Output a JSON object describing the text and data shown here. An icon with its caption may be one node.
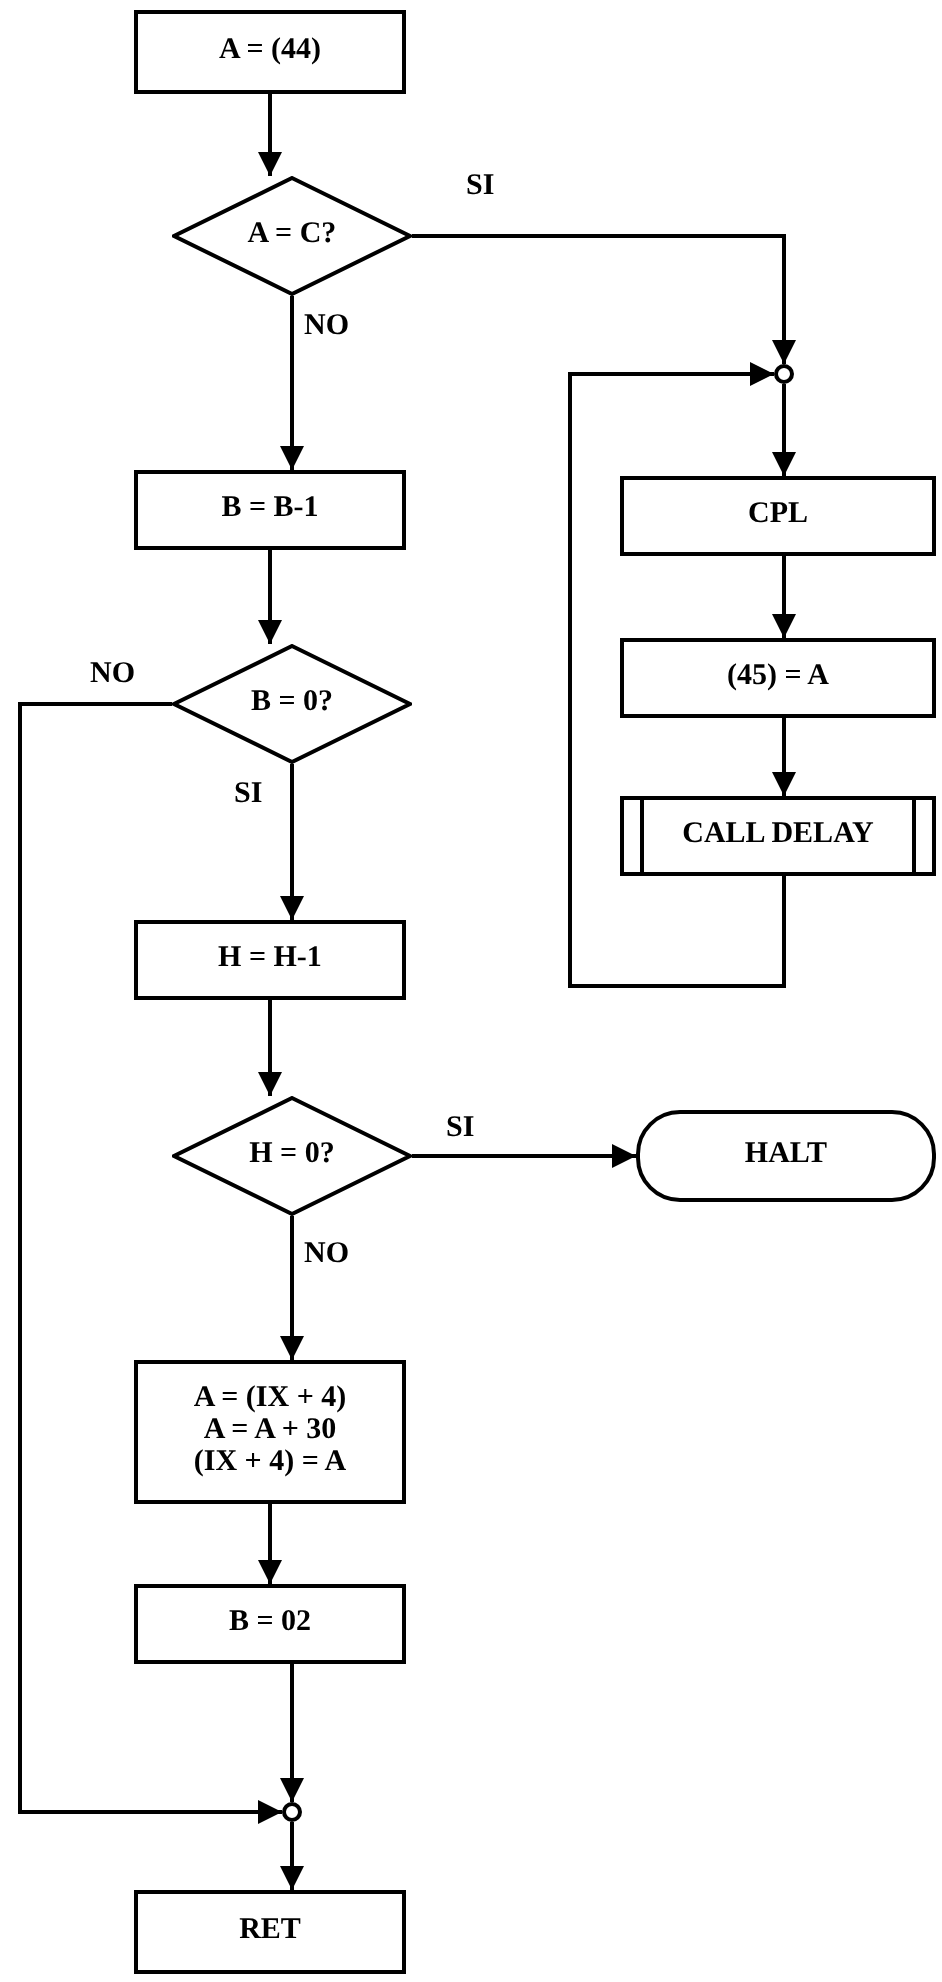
{
  "diagram": {
    "nodes": [
      {
        "text": [
          "A = (44)"
        ]
      },
      {
        "text": [
          "A = C?"
        ]
      },
      {
        "text": [
          "B = B-1"
        ]
      },
      {
        "text": [
          "B = 0?"
        ]
      },
      {
        "text": [
          "H = H-1"
        ]
      },
      {
        "text": [
          "H = 0?"
        ]
      },
      {
        "text": [
          "A = (IX + 4)",
          "A = A + 30",
          "(IX + 4) = A"
        ]
      },
      {
        "text": [
          "B = 02"
        ]
      },
      {
        "text": [],
        "shape": "circle"
      },
      {
        "text": [
          "RET"
        ]
      },
      {
        "text": [],
        "shape": "circle"
      },
      {
        "text": [
          "CPL"
        ]
      },
      {
        "text": [
          "(45) = A"
        ]
      },
      {
        "text": [
          "CALL DELAY"
        ]
      },
      {
        "text": [
          "HALT"
        ]
      }
    ],
    "edges": [
      {
        "from": 0,
        "to": 1,
        "arrow": "to"
      },
      {
        "from": 1,
        "to": 10,
        "arrow": "to",
        "label": "SI"
      },
      {
        "from": 1,
        "to": 2,
        "arrow": "to",
        "label": "NO"
      },
      {
        "from": 2,
        "to": 3,
        "arrow": "to"
      },
      {
        "from": 3,
        "to": 8,
        "arrow": "to",
        "label": "NO"
      },
      {
        "from": 3,
        "to": 4,
        "arrow": "to",
        "label": "SI"
      },
      {
        "from": 4,
        "to": 5,
        "arrow": "to"
      },
      {
        "from": 5,
        "to": 14,
        "arrow": "to",
        "label": "SI"
      },
      {
        "from": 5,
        "to": 6,
        "arrow": "to",
        "label": "NO"
      },
      {
        "from": 6,
        "to": 7,
        "arrow": "to"
      },
      {
        "from": 7,
        "to": 8,
        "arrow": "to"
      },
      {
        "from": 8,
        "to": 9,
        "arrow": "to"
      },
      {
        "from": 10,
        "to": 11,
        "arrow": "to"
      },
      {
        "from": 11,
        "to": 12,
        "arrow": "to"
      },
      {
        "from": 12,
        "to": 13,
        "arrow": "to"
      },
      {
        "from": 13,
        "to": 10,
        "arrow": "to"
      }
    ]
  }
}
